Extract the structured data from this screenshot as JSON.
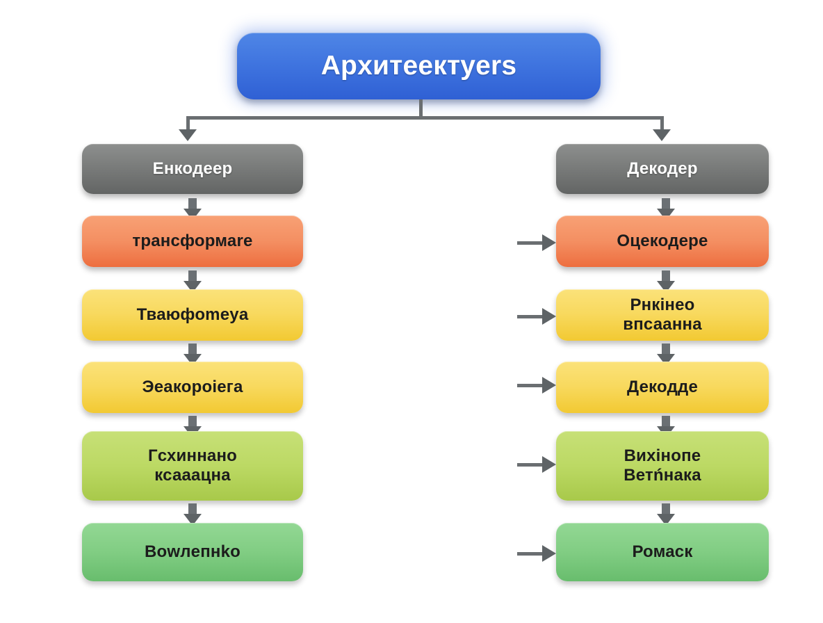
{
  "diagram": {
    "title_node": {
      "label": "Apxитeeктyers",
      "color": "#3f74df"
    },
    "columns": [
      {
        "name": "encoder",
        "header": {
          "label": "Енкодеер",
          "color": "#7a7c7b"
        },
        "nodes": [
          {
            "label": "трансформаre",
            "color": "#f48f62",
            "style": "orange"
          },
          {
            "label": "Тваюфоmeya",
            "color": "#f8d95e",
            "style": "yellow"
          },
          {
            "label": "Эеакороіега",
            "color": "#f8d95e",
            "style": "yellow"
          },
          {
            "label": "Гсхиннано\nксааацна",
            "color": "#bcd964",
            "style": "lime"
          },
          {
            "label": "Bowлeпнko",
            "color": "#81cd83",
            "style": "green"
          }
        ]
      },
      {
        "name": "decoder",
        "header": {
          "label": "Декодер",
          "color": "#7a7c7b"
        },
        "nodes": [
          {
            "label": "Оцекодере",
            "color": "#f48f62",
            "style": "orange"
          },
          {
            "label": "Рнкінео\nвпсаанна",
            "color": "#f8d95e",
            "style": "yellow"
          },
          {
            "label": "Декодде",
            "color": "#f8d95e",
            "style": "yellow"
          },
          {
            "label": "Вихінопе\nВетńнака",
            "color": "#bcd964",
            "style": "lime"
          },
          {
            "label": "Ромаск",
            "color": "#81cd83",
            "style": "green"
          }
        ]
      }
    ],
    "connector_color": "#6a6e71",
    "background_color": "#ffffff"
  }
}
